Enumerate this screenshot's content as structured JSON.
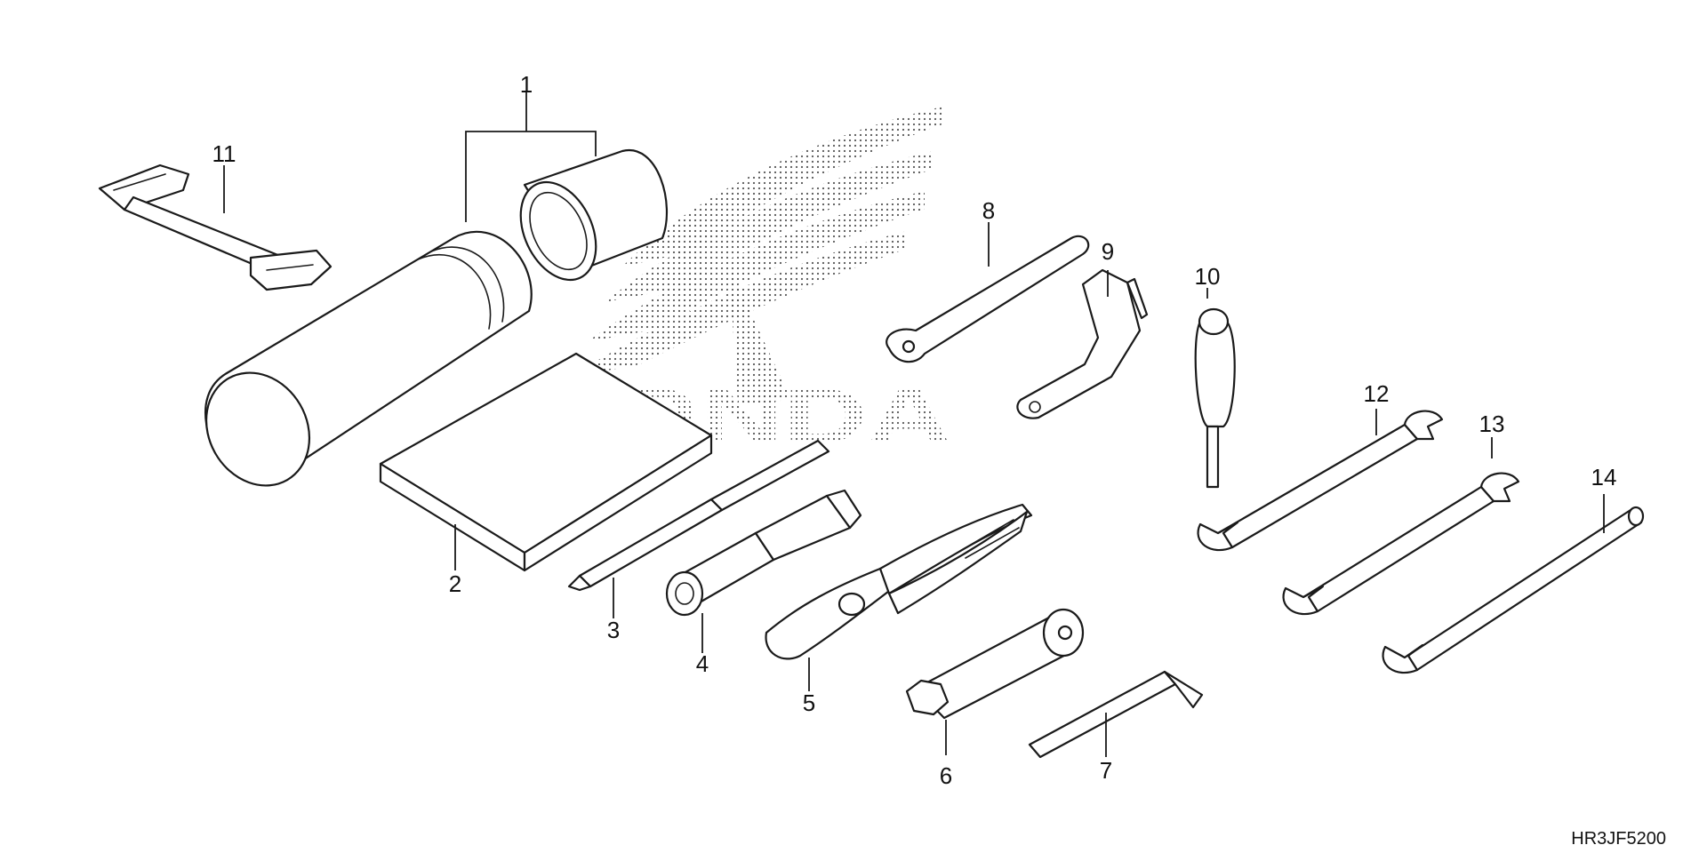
{
  "colors": {
    "line": "#1a1a1a",
    "background": "#ffffff",
    "watermark_dots": "#555555"
  },
  "watermark": {
    "logo_text": "HONDA"
  },
  "callouts": [
    {
      "id": "1",
      "label": "1"
    },
    {
      "id": "2",
      "label": "2"
    },
    {
      "id": "3",
      "label": "3"
    },
    {
      "id": "4",
      "label": "4"
    },
    {
      "id": "5",
      "label": "5"
    },
    {
      "id": "6",
      "label": "6"
    },
    {
      "id": "7",
      "label": "7"
    },
    {
      "id": "8",
      "label": "8"
    },
    {
      "id": "9",
      "label": "9"
    },
    {
      "id": "10",
      "label": "10"
    },
    {
      "id": "11",
      "label": "11"
    },
    {
      "id": "12",
      "label": "12"
    },
    {
      "id": "13",
      "label": "13"
    },
    {
      "id": "14",
      "label": "14"
    }
  ],
  "reference_code": "HR3JF5200"
}
